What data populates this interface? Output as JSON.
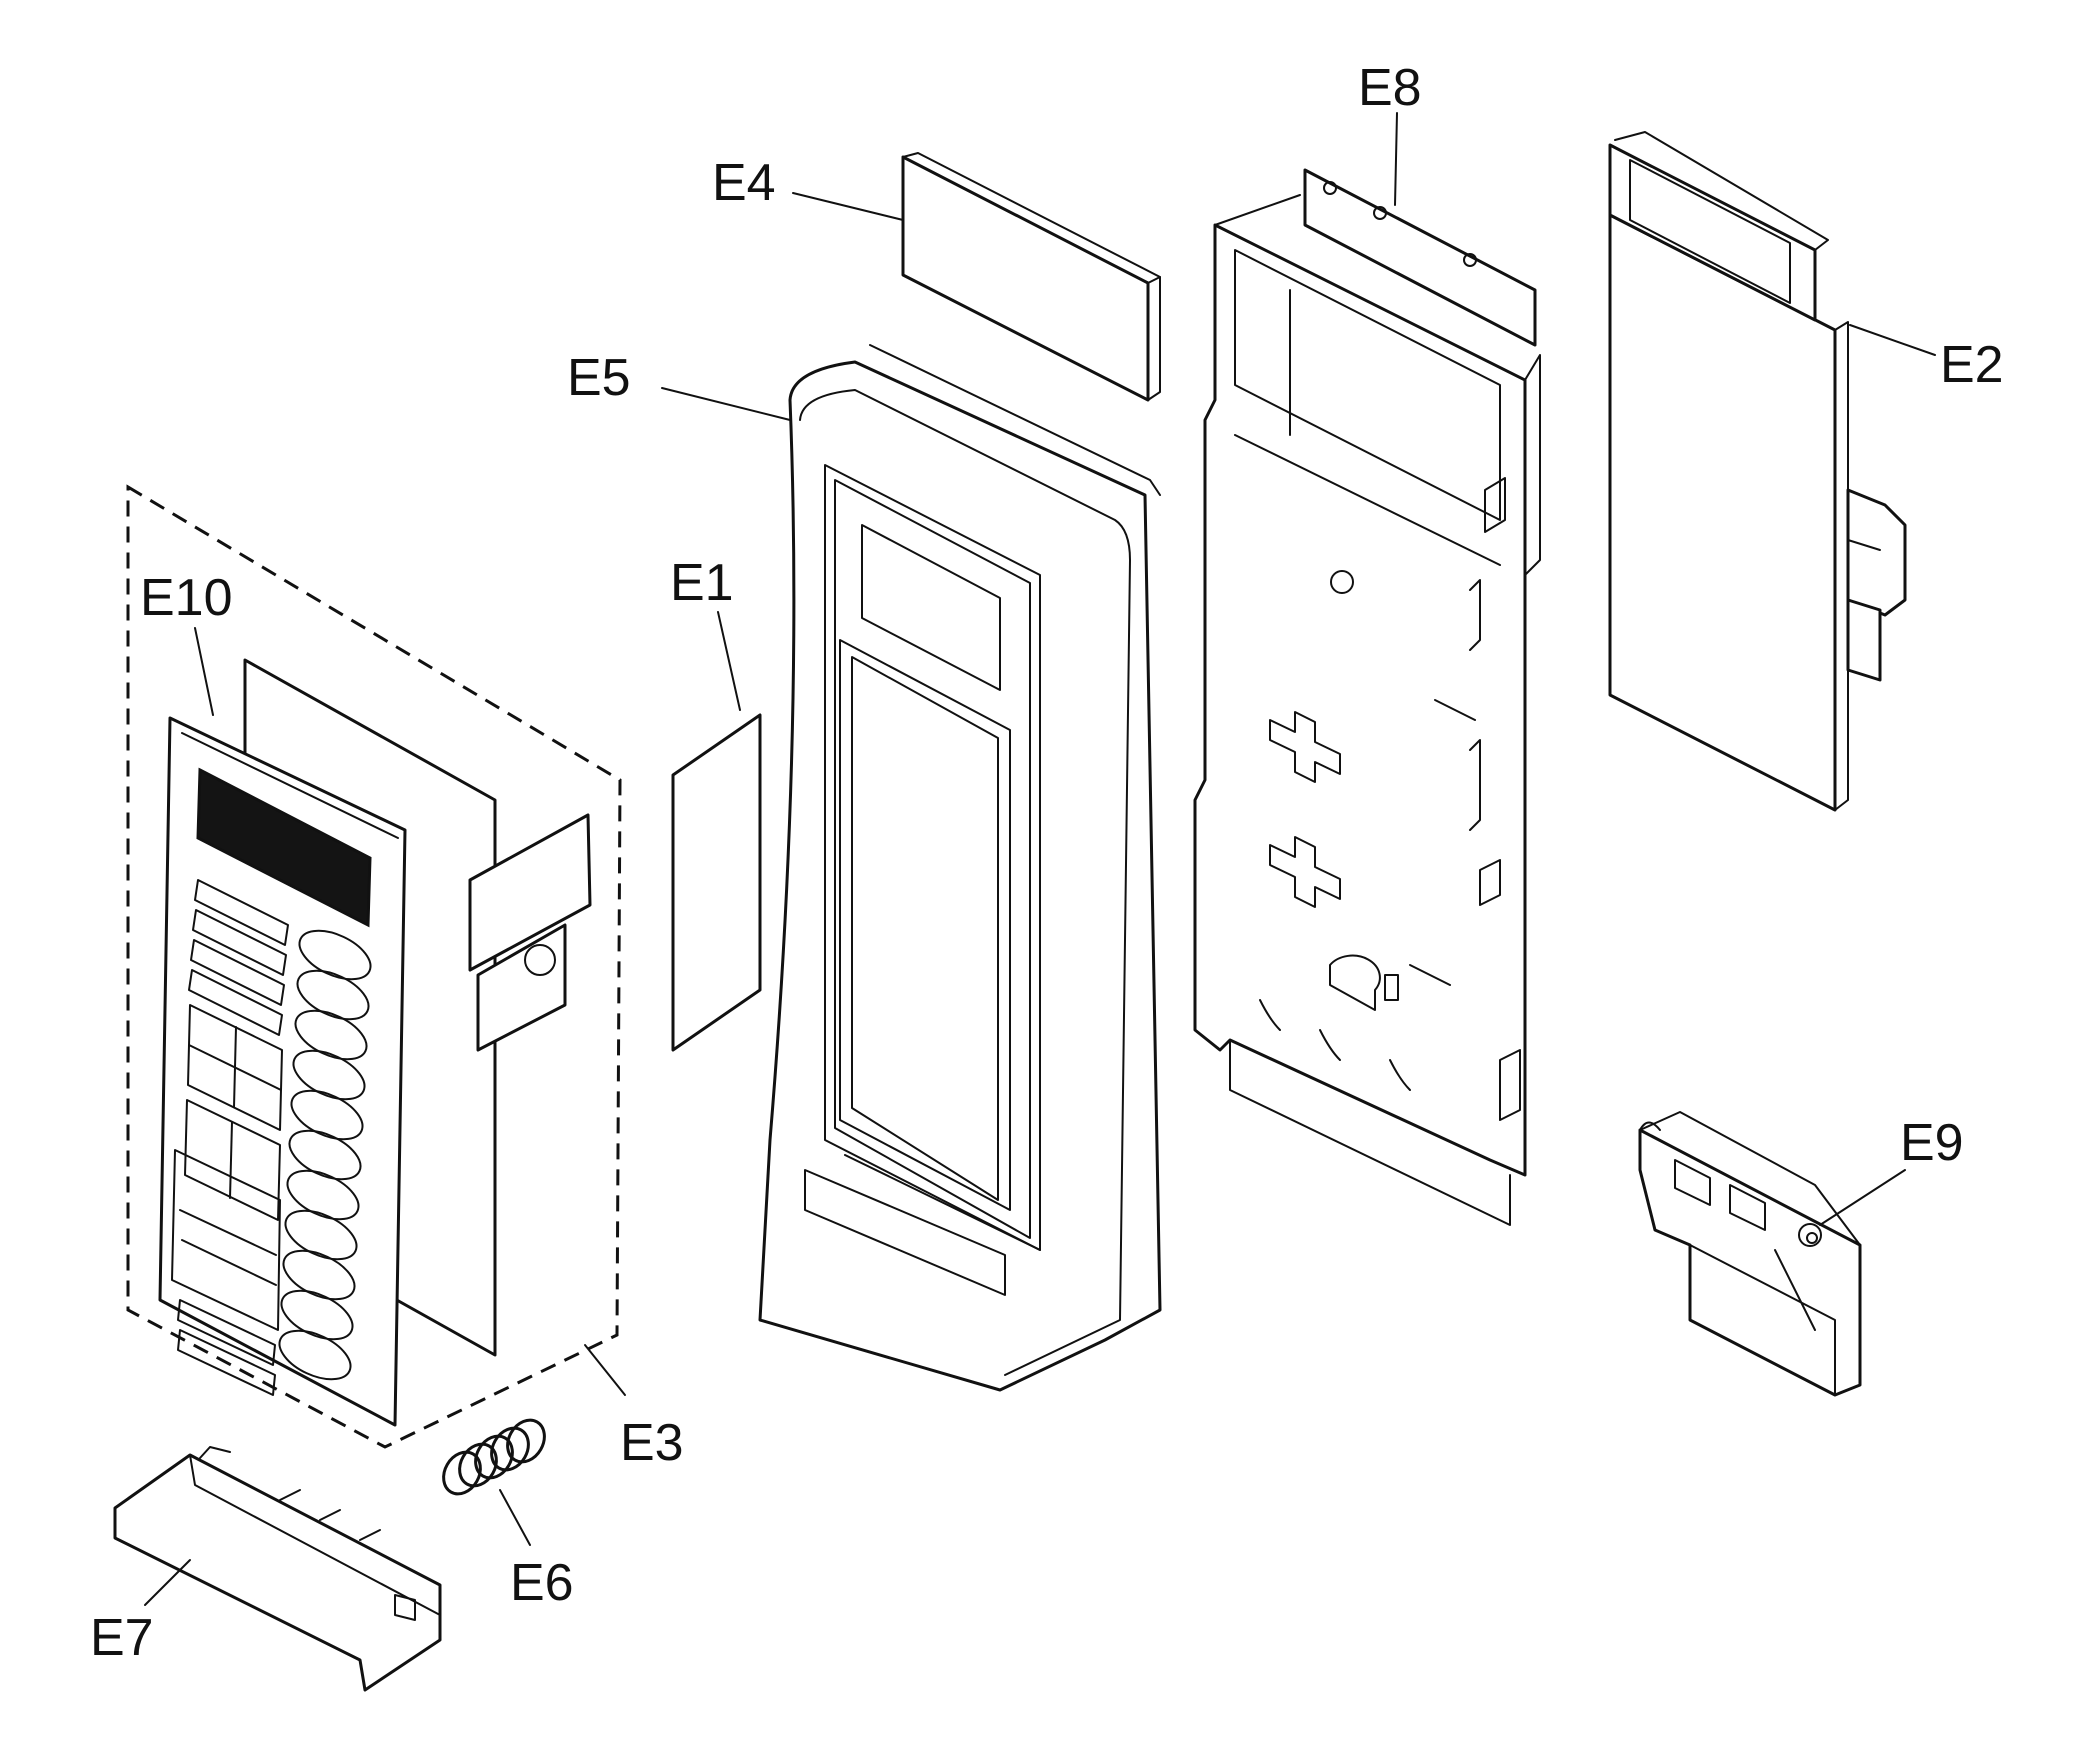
{
  "diagram": {
    "parts": [
      {
        "id": "e1",
        "label": "E1"
      },
      {
        "id": "e2",
        "label": "E2"
      },
      {
        "id": "e3",
        "label": "E3"
      },
      {
        "id": "e4",
        "label": "E4"
      },
      {
        "id": "e5",
        "label": "E5"
      },
      {
        "id": "e6",
        "label": "E6"
      },
      {
        "id": "e7",
        "label": "E7"
      },
      {
        "id": "e8",
        "label": "E8"
      },
      {
        "id": "e9",
        "label": "E9"
      },
      {
        "id": "e10",
        "label": "E10"
      }
    ]
  }
}
